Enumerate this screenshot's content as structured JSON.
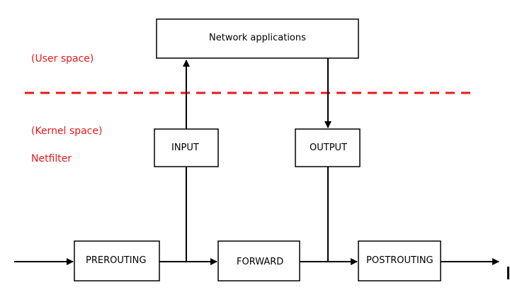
{
  "labels": {
    "user_space": "(User space)",
    "kernel_space": "(Kernel space)",
    "netfilter": "Netfilter"
  },
  "nodes": {
    "network_applications": "Network applications",
    "input": "INPUT",
    "output": "OUTPUT",
    "prerouting": "PREROUTING",
    "forward": "FORWARD",
    "postrouting": "POSTROUTING"
  },
  "colors": {
    "accent_red": "#e8191b",
    "stroke": "#000000"
  }
}
